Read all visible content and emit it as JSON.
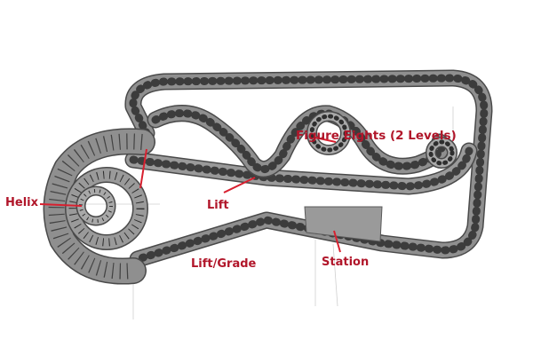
{
  "labels": {
    "helix": "Helix",
    "lift": "Lift",
    "lift_grade": "Lift/Grade",
    "station": "Station",
    "figure_eights": "Figure Eights (2 Levels)"
  },
  "colors": {
    "track": "#8f8f8f",
    "track_light": "#a9a9a9",
    "track_edge": "#4a4a4a",
    "ties": "#2e2e2e",
    "label": "#b1162a",
    "leader": "#d8202f",
    "station_platform": "#9a9a9a"
  }
}
